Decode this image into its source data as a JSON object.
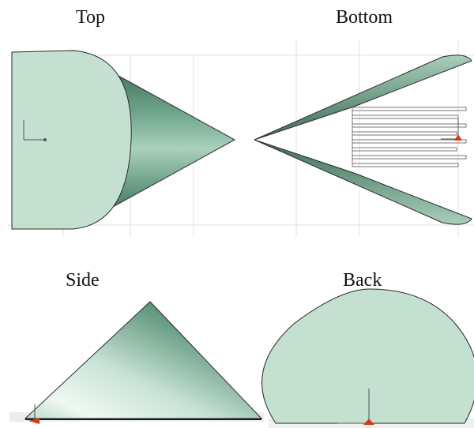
{
  "views": {
    "top_label": "Top",
    "bottom_label": "Bottom",
    "side_label": "Side",
    "back_label": "Back"
  },
  "colors": {
    "surface": "#c3e0d0",
    "surface_dark": "#3e6e57",
    "surface_light": "#f3faf6",
    "outline": "#2a2a2a",
    "grid": "#e2e2e2",
    "axis_x": "#d23a1a",
    "axis_gray": "#666666"
  },
  "icons": {
    "axis_triad": "axis-triad-icon"
  }
}
